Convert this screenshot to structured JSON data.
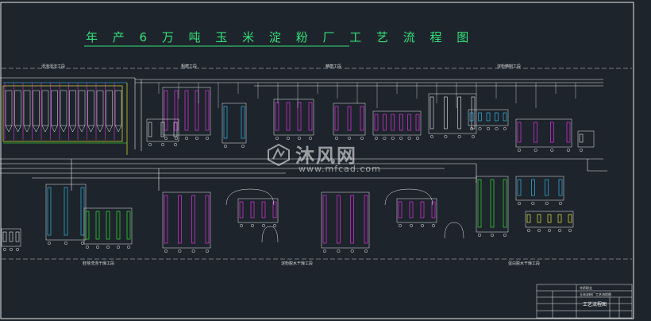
{
  "title": "年 产 6 万 吨 玉 米 淀 粉 厂 工 艺 流 程 图",
  "sections_top": [
    "浸泡湿法工段",
    "粗磨工段",
    "精磨工段",
    "淀粉精制工段"
  ],
  "sections_bottom": [
    "胚芽洗涤干燥工段",
    "淀粉脱水干燥工段",
    "蛋白脱水干燥工段"
  ],
  "watermark": {
    "brand": "沐风网",
    "site": "www.mfcad.com"
  },
  "title_block": {
    "drawing_name": "工艺流程图",
    "school": "华侨职业",
    "project": "玉米淀粉厂工艺流程图"
  },
  "colors": {
    "background": "#1e242c",
    "line": "#e8e8e8",
    "title": "#33e07a",
    "accent_magenta": "#ff33ff",
    "accent_yellow": "#ffff33",
    "accent_green": "#33ff33",
    "accent_cyan": "#33ccff"
  }
}
